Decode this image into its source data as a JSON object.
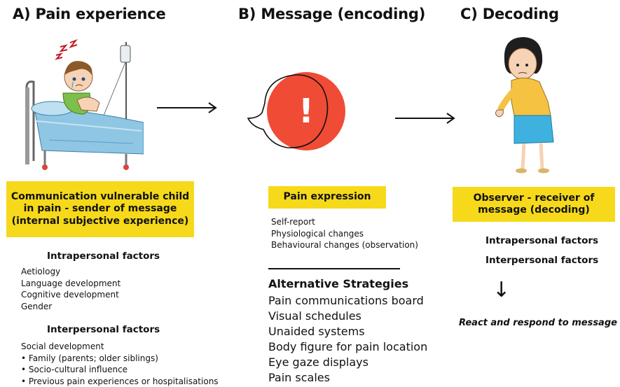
{
  "colors": {
    "highlight": "#f6d91a",
    "speech_bubble": "#f04b35"
  },
  "column_a": {
    "heading": "A) Pain experience",
    "box_lines": [
      "Communication vulnerable child",
      "in pain - sender of message",
      "(internal subjective experience)"
    ],
    "intrapersonal_heading": "Intrapersonal factors",
    "intrapersonal_items": [
      "Aetiology",
      "Language development",
      "Cognitive development",
      "Gender"
    ],
    "interpersonal_heading": "Interpersonal factors",
    "interpersonal_intro": "Social development",
    "interpersonal_bullets": [
      "Family (parents; older siblings)",
      "Socio-cultural influence",
      "Previous pain experiences or hospitalisations"
    ]
  },
  "column_b": {
    "heading": "B) Message (encoding)",
    "bubble_glyph": "!",
    "box_label": "Pain expression",
    "expression_items": [
      "Self-report",
      "Physiological changes",
      "Behavioural changes (observation)"
    ],
    "alt_heading": "Alternative Strategies",
    "alt_items": [
      "Pain communications board",
      "Visual schedules",
      "Unaided systems",
      "Body figure for pain location",
      "Eye gaze displays",
      "Pain scales"
    ]
  },
  "column_c": {
    "heading": "C) Decoding",
    "box_lines": [
      "Observer - receiver of",
      "message (decoding)"
    ],
    "intrapersonal": "Intrapersonal factors",
    "interpersonal": "Interpersonal factors",
    "down_arrow": "↓",
    "react_text": "React and respond to message"
  },
  "arrows": [
    "⟶",
    "⟶"
  ]
}
